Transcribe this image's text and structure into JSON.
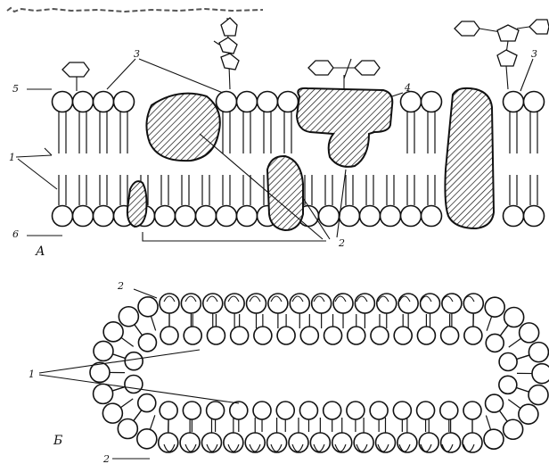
{
  "panel_a": {
    "panel_label": "А",
    "callouts": {
      "one": "1",
      "two": "2",
      "three": "3",
      "four": "4",
      "five": "5",
      "six": "6"
    }
  },
  "panel_b": {
    "panel_label": "Б",
    "callouts": {
      "one": "1",
      "two": "2"
    }
  },
  "colors": {
    "ink": "#111111",
    "paper": "#ffffff"
  }
}
